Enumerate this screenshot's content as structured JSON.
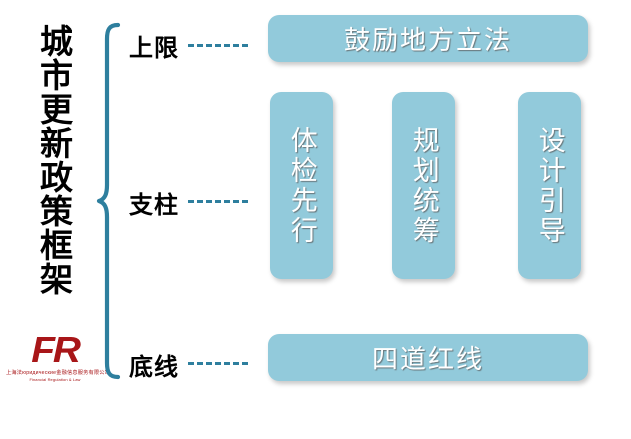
{
  "slide": {
    "title": "城市更新政策框架",
    "background_color": "#FFFFFF",
    "accent_color": "#2E7F9E",
    "box_color": "#92CADB",
    "logo_color": "#A81618"
  },
  "logo": {
    "mark": "FR",
    "company_cn": "上海法юридические金融信息服务有限公司",
    "company_en": "Financial Regulation & Law"
  },
  "rows": [
    {
      "label": "上限",
      "boxes": [
        {
          "text": "鼓励地方立法",
          "orientation": "horizontal"
        }
      ]
    },
    {
      "label": "支柱",
      "boxes": [
        {
          "text": "体检先行",
          "orientation": "vertical"
        },
        {
          "text": "规划统筹",
          "orientation": "vertical"
        },
        {
          "text": "设计引导",
          "orientation": "vertical"
        }
      ]
    },
    {
      "label": "底线",
      "boxes": [
        {
          "text": "四道红线",
          "orientation": "horizontal"
        }
      ]
    }
  ]
}
